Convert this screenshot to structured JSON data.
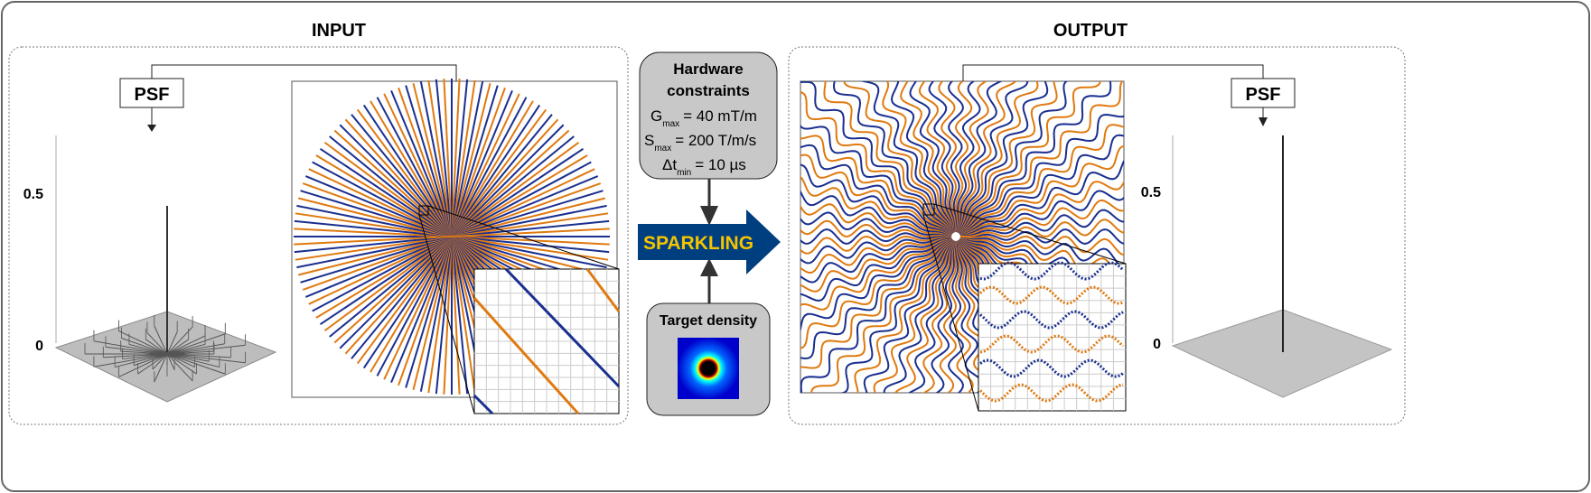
{
  "input": {
    "title": "INPUT",
    "psf_label": "PSF",
    "axis_top": "0.5",
    "axis_zero": "0"
  },
  "output": {
    "title": "OUTPUT",
    "psf_label": "PSF",
    "axis_top": "0.5",
    "axis_zero": "0"
  },
  "hardware": {
    "title_line1": "Hardware",
    "title_line2": "constraints",
    "g_sym": "G",
    "g_sub": "max",
    "g_val": "= 40 mT/m",
    "s_sym": "S",
    "s_sub": "max",
    "s_val": "= 200 T/m/s",
    "t_sym": "Δt",
    "t_sub": "min",
    "t_val": "= 10 µs"
  },
  "algorithm": {
    "label": "SPARKLING"
  },
  "target": {
    "title": "Target density"
  },
  "colors": {
    "blue": "#1a2f8f",
    "orange": "#e07a10",
    "arrow": "#003f7f",
    "arrow_text": "#f5c400",
    "box": "#c8c8c8"
  }
}
